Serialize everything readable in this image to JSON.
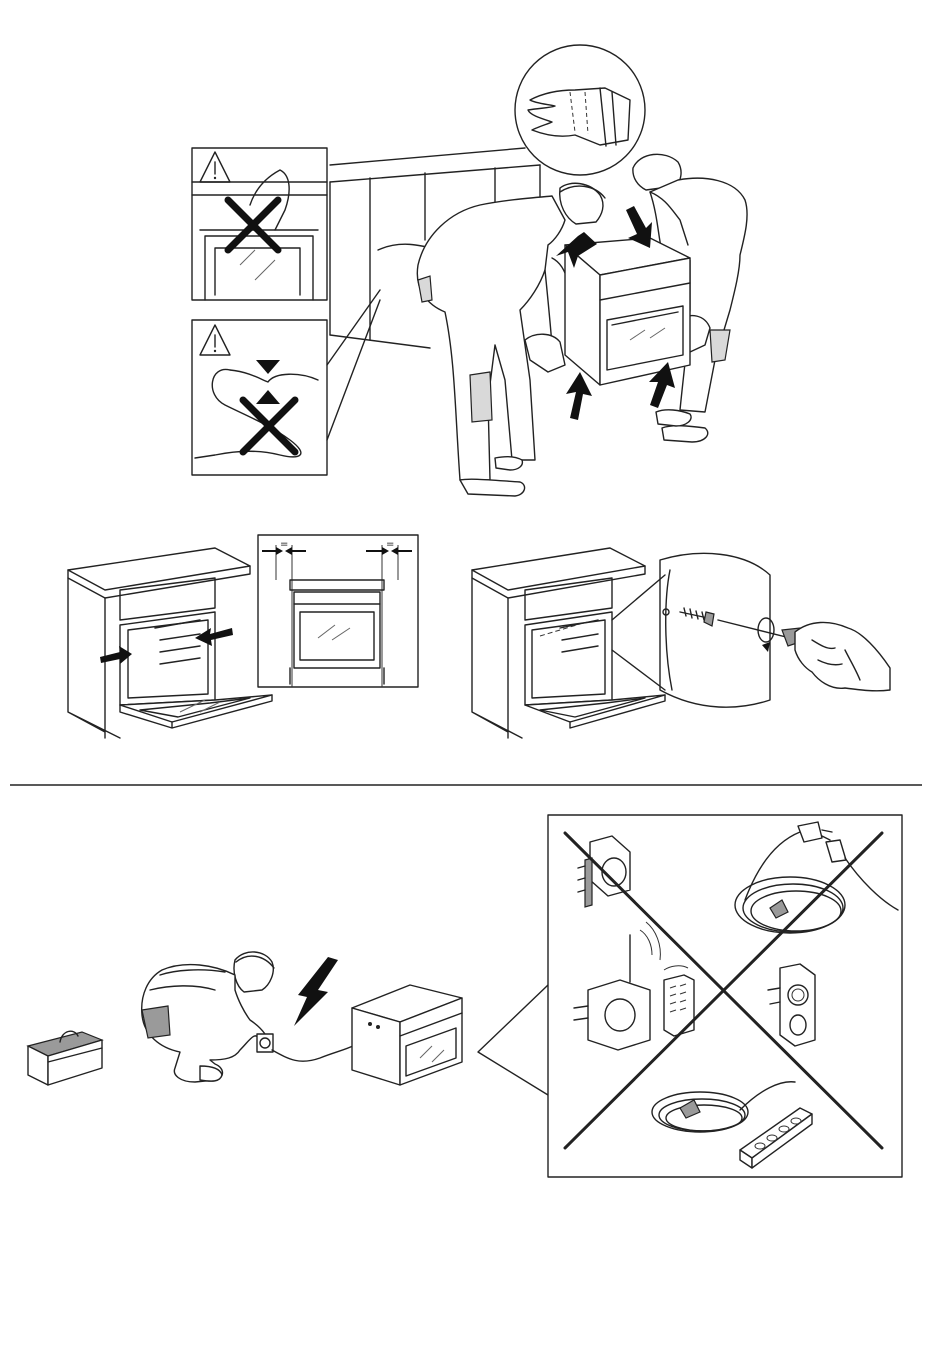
{
  "figure": {
    "panels": [
      {
        "id": "lifting",
        "symbols": [
          "warning-triangle-icon",
          "no-handle-lift-icon",
          "no-crush-cable-icon",
          "gloves-icon"
        ]
      },
      {
        "id": "alignment",
        "labels": {
          "gap_left": "=",
          "gap_right": "="
        }
      },
      {
        "id": "screw-fixing",
        "symbols": [
          "screw-icon",
          "screwdriver-icon"
        ]
      },
      {
        "id": "electrical",
        "symbols": [
          "lightning-icon",
          "toolbox-icon",
          "socket-icon"
        ]
      },
      {
        "id": "forbidden-accessories",
        "symbols": [
          "adapter-icon",
          "extension-cable-icon",
          "timer-plug-icon",
          "remote-switch-icon",
          "power-strip-icon",
          "big-cross-icon"
        ]
      }
    ],
    "colors": {
      "line": "#222222",
      "fill_grey": "#9a9a9a",
      "background": "#ffffff"
    }
  }
}
